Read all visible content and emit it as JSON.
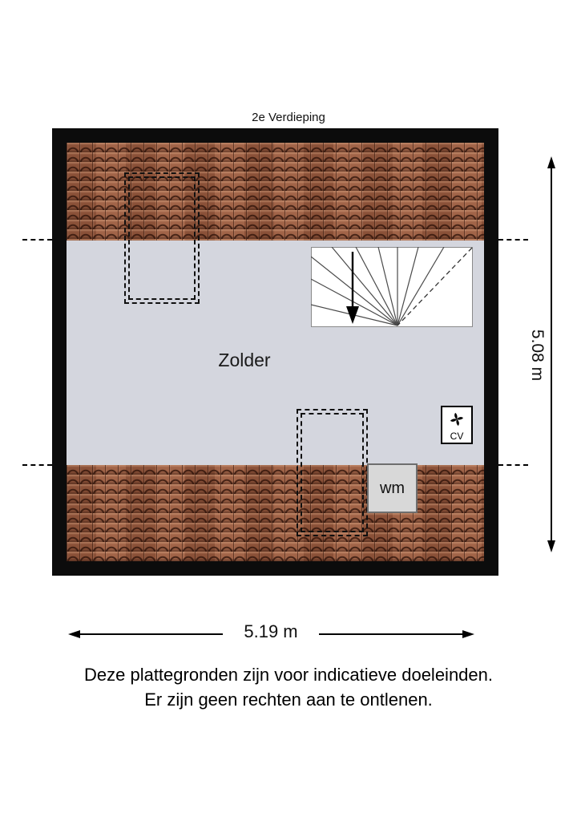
{
  "page": {
    "title": "2e Verdieping",
    "disclaimer": {
      "line1": "Deze plattegronden zijn voor indicatieve doeleinden.",
      "line2": "Er zijn geen rechten aan te ontlenen."
    }
  },
  "floorplan": {
    "room_label": "Zolder",
    "appliances": {
      "cv_label": "CV",
      "wm_label": "wm"
    },
    "dimensions": {
      "width_label": "5.19 m",
      "height_label": "5.08 m"
    },
    "colors": {
      "wall": "#0c0c0c",
      "floor": "#d4d6de",
      "roof_base": "#9a5a3e",
      "roof_joint": "#2b1007",
      "wm_fill": "#d8d8d8",
      "stair_line": "#4a4a4a"
    },
    "icons": {
      "cv_fan": "fan-icon",
      "stair_arrow": "down-arrow-icon"
    }
  }
}
